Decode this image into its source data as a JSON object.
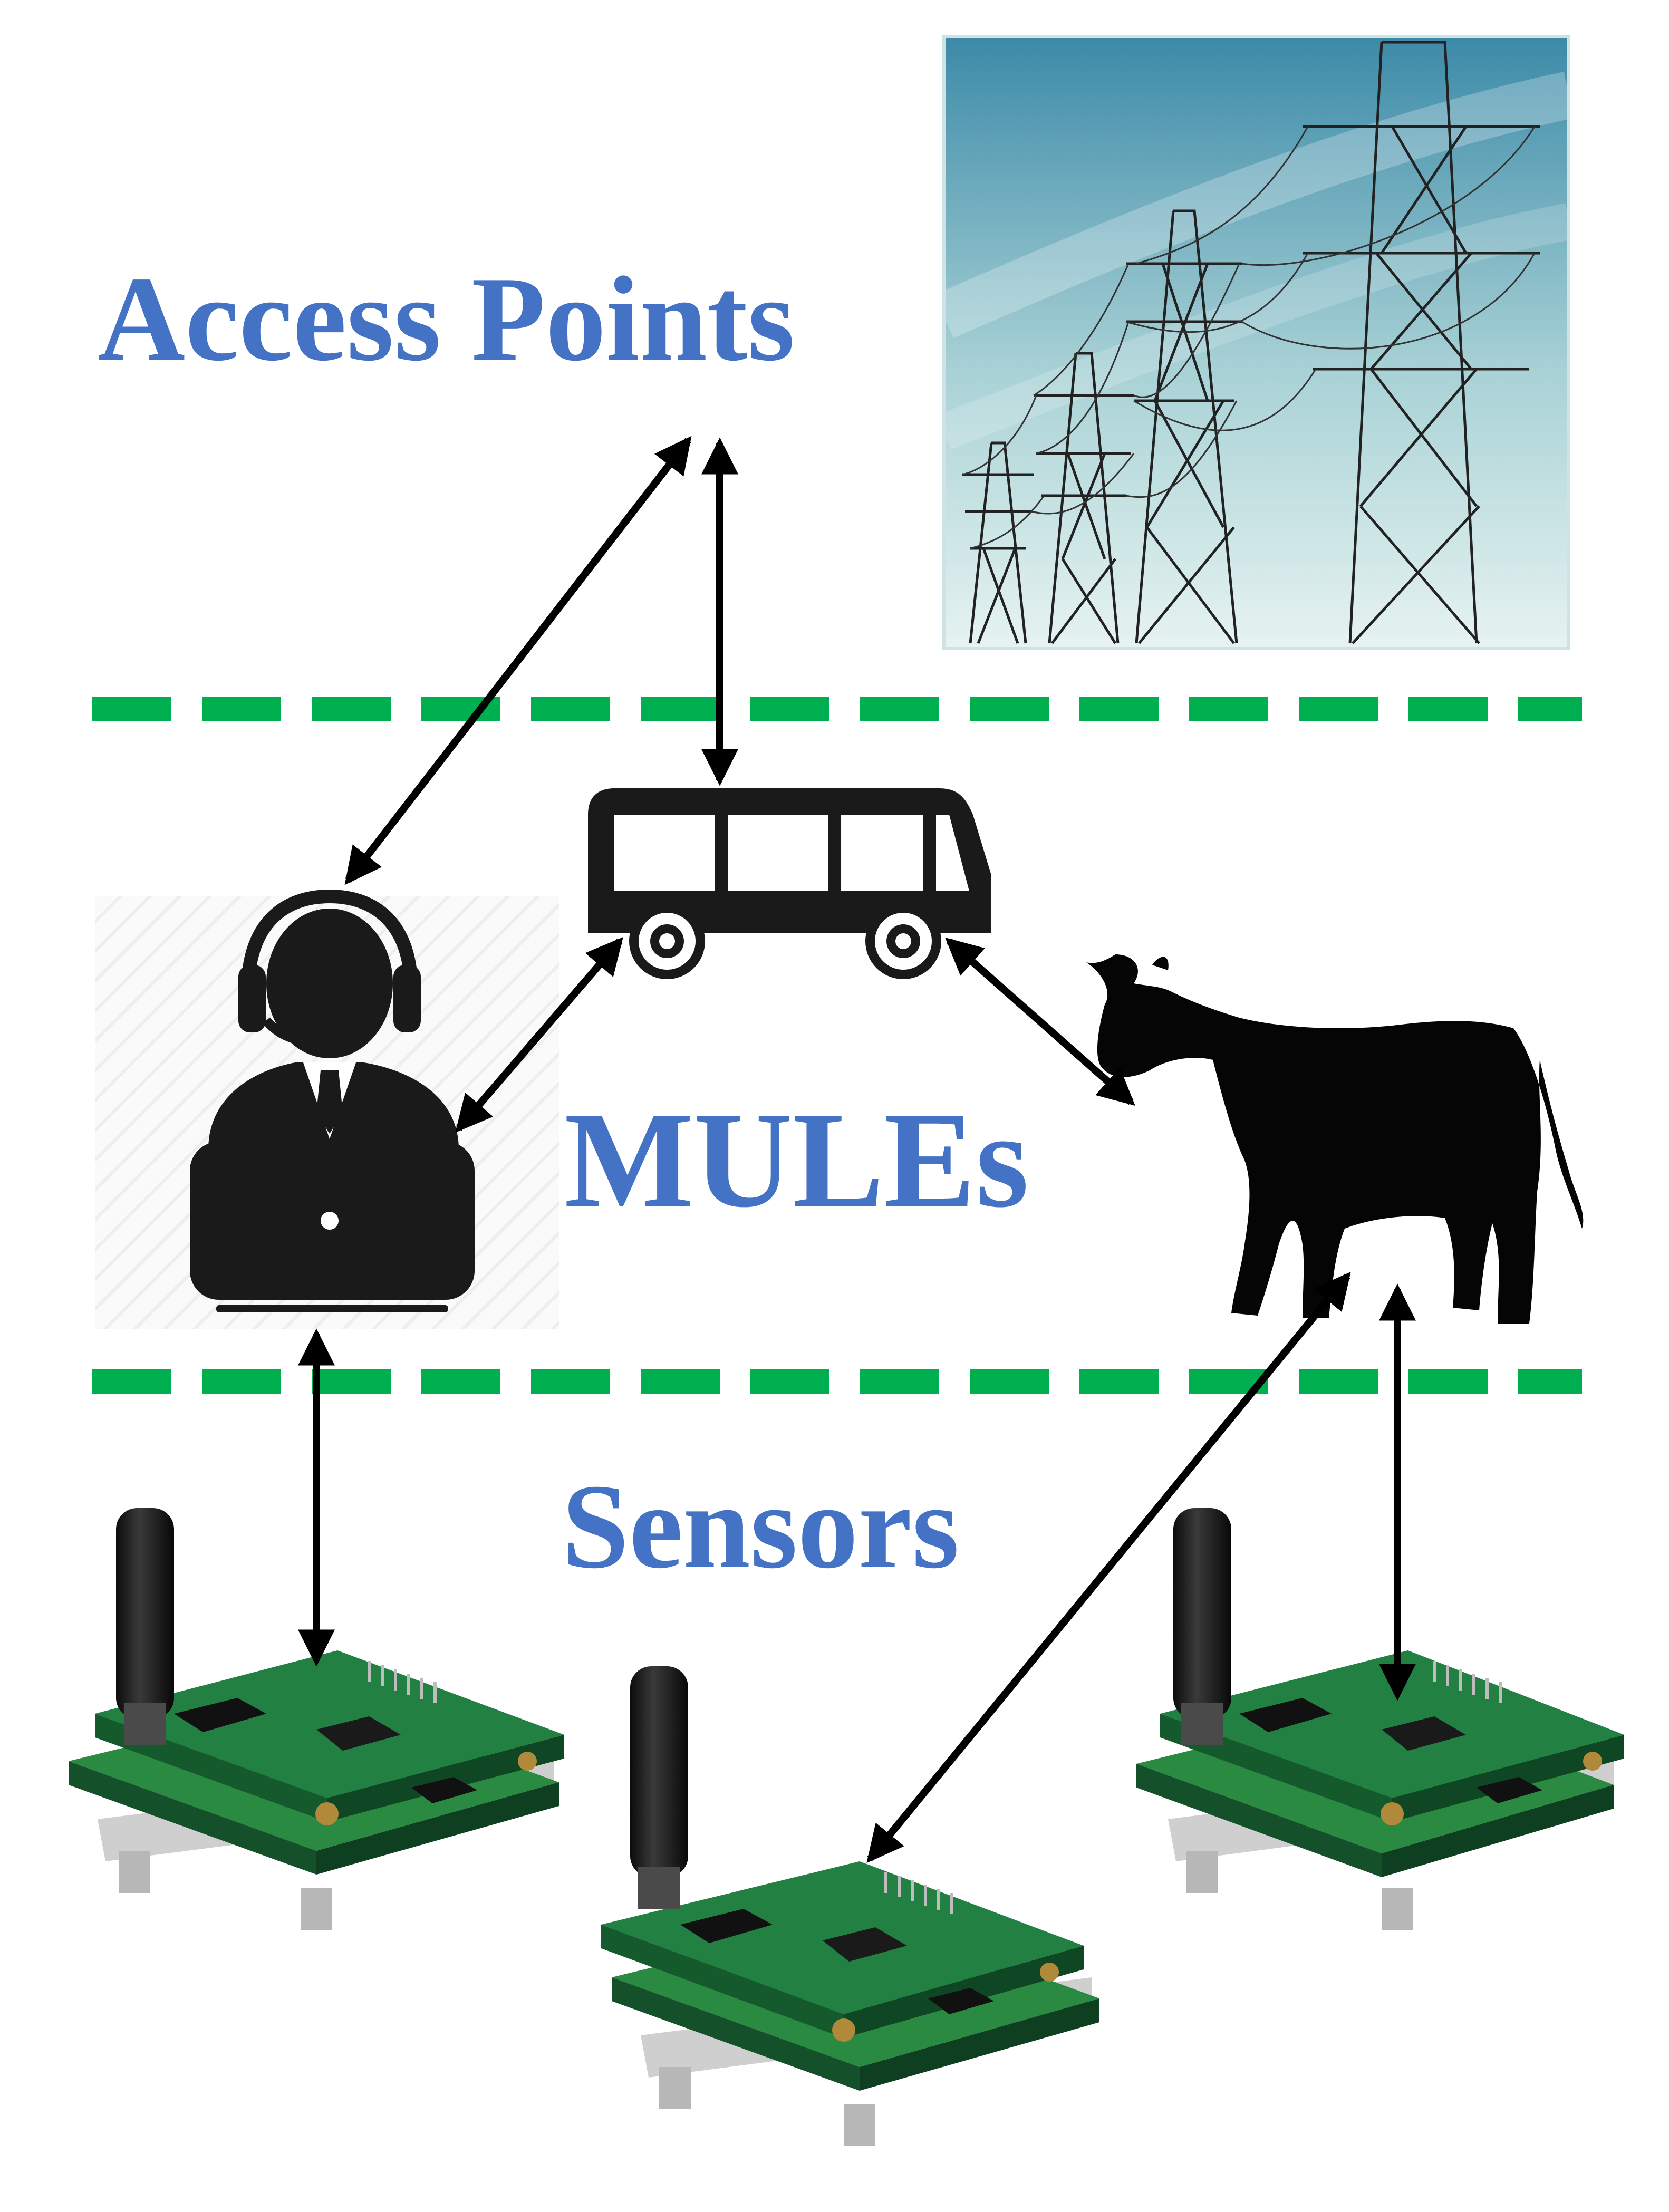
{
  "labels": {
    "access_points": "Access Points",
    "mules": "MULEs",
    "sensors": "Sensors"
  },
  "colors": {
    "label_blue": "#4472C4",
    "divider_green": "#00B050",
    "arrow": "#000000",
    "pcb_green": "#1f6e34",
    "sky_top": "#3c8aa8",
    "sky_bottom": "#e6f3f1"
  },
  "icons": {
    "towers": "transmission-towers-photo",
    "bus": "bus-icon",
    "operator": "operator-headset-laptop-icon",
    "cow": "cow-silhouette-icon",
    "sensor": "sensor-board-photo"
  }
}
